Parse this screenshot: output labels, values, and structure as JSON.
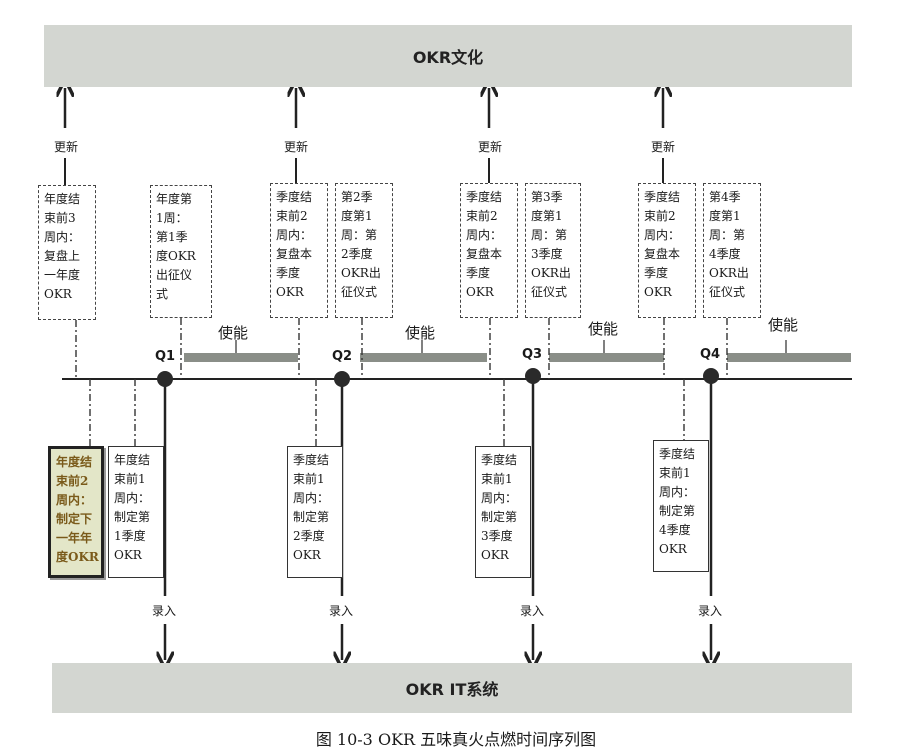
{
  "bands": {
    "top": "OKR文化",
    "bottom": "OKR IT系统"
  },
  "caption": "图 10-3    OKR 五味真火点燃时间序列图",
  "labels": {
    "update": "更新",
    "enable": "使能",
    "record": "录入"
  },
  "quarters": [
    "Q1",
    "Q2",
    "Q3",
    "Q4"
  ],
  "top_boxes": [
    "年度结\n束前3\n周内：\n复盘上\n一年度\nOKR",
    "年度第\n1周：\n第1季\n度OKR\n出征仪\n式",
    "季度结\n束前2\n周内：\n复盘本\n季度\nOKR",
    "第2季\n度第1\n周：第\n2季度\nOKR出\n征仪式",
    "季度结\n束前2\n周内：\n复盘本\n季度\nOKR",
    "第3季\n度第1\n周：第\n3季度\nOKR出\n征仪式",
    "季度结\n束前2\n周内：\n复盘本\n季度\nOKR",
    "第4季\n度第1\n周：第\n4季度\nOKR出\n征仪式"
  ],
  "bottom_boxes": [
    "年度结\n束前2\n周内：\n制定下\n一年年\n度OKR",
    "年度结\n束前1\n周内：\n制定第\n1季度\nOKR",
    "季度结\n束前1\n周内：\n制定第\n2季度\nOKR",
    "季度结\n束前1\n周内：\n制定第\n3季度\nOKR",
    "季度结\n束前1\n周内：\n制定第\n4季度\nOKR"
  ]
}
